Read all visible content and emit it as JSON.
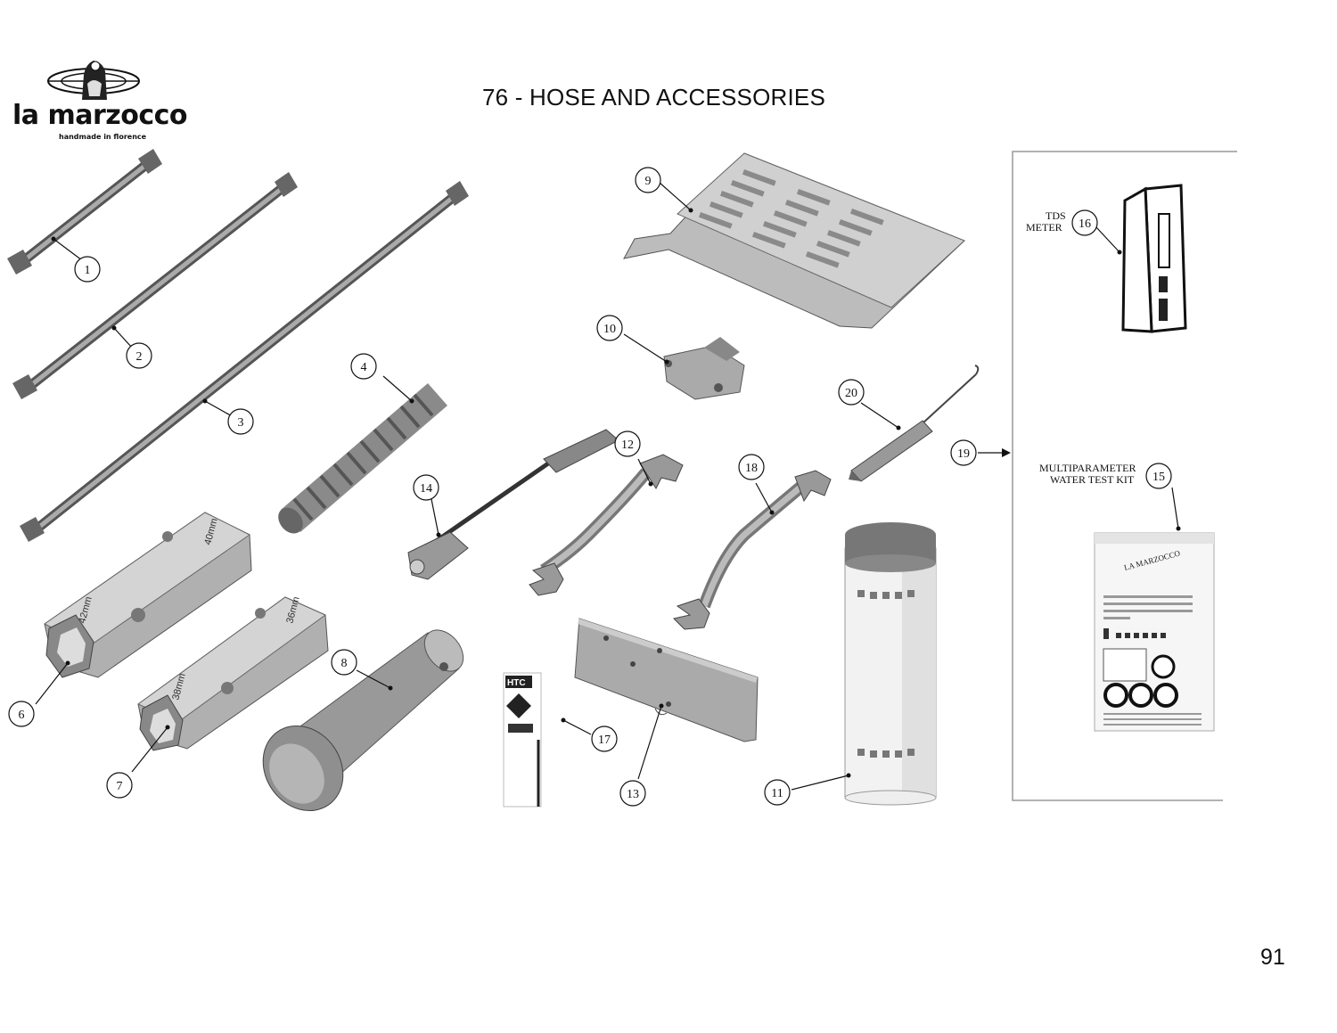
{
  "header": {
    "title": "76 - HOSE AND ACCESSORIES",
    "brand_name": "la marzocco",
    "tagline": "handmade in florence"
  },
  "footer": {
    "page_number": "91"
  },
  "parts": [
    {
      "id": "part-1",
      "number": "1"
    },
    {
      "id": "part-2",
      "number": "2"
    },
    {
      "id": "part-3",
      "number": "3"
    },
    {
      "id": "part-4",
      "number": "4"
    },
    {
      "id": "part-6",
      "number": "6"
    },
    {
      "id": "part-7",
      "number": "7"
    },
    {
      "id": "part-8",
      "number": "8"
    },
    {
      "id": "part-9",
      "number": "9"
    },
    {
      "id": "part-10",
      "number": "10"
    },
    {
      "id": "part-11",
      "number": "11"
    },
    {
      "id": "part-12",
      "number": "12"
    },
    {
      "id": "part-13",
      "number": "13"
    },
    {
      "id": "part-14",
      "number": "14"
    },
    {
      "id": "part-15",
      "number": "15"
    },
    {
      "id": "part-16",
      "number": "16"
    },
    {
      "id": "part-17",
      "number": "17"
    },
    {
      "id": "part-18",
      "number": "18"
    },
    {
      "id": "part-19",
      "number": "19"
    },
    {
      "id": "part-20",
      "number": "20"
    }
  ],
  "kit_labels": {
    "tds_line1": "TDS",
    "tds_line2": "METER",
    "multi_line1": "MULTIPARAMETER",
    "multi_line2": "WATER TEST KIT"
  },
  "socket_markings": {
    "wrench6_a": "42mm",
    "wrench6_b": "40mm",
    "wrench7_a": "38mm",
    "wrench7_b": "36mm"
  },
  "decor": {
    "htc_label": "HTC",
    "bag_logo": "LA MARZOCCO"
  }
}
